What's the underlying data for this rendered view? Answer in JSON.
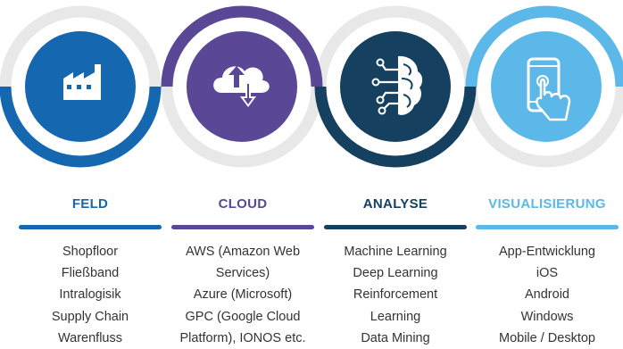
{
  "colors": {
    "feld": "#1568b0",
    "cloud": "#5a4896",
    "analyse": "#15405f",
    "visualisierung": "#5bb8e8",
    "ring_gray": "#e8e8e8"
  },
  "columns": [
    {
      "title": "FELD",
      "icon": "factory-icon",
      "items": [
        "Shopfloor",
        "Fließband",
        "Intralogisik",
        "Supply Chain",
        "Warenfluss"
      ]
    },
    {
      "title": "CLOUD",
      "icon": "cloud-upload-download-icon",
      "items": [
        "AWS (Amazon Web",
        "Services)",
        "Azure (Microsoft)",
        "GPC (Google Cloud",
        "Platform), IONOS etc."
      ]
    },
    {
      "title": "ANALYSE",
      "icon": "circuit-brain-icon",
      "items": [
        "Machine Learning",
        "Deep Learning",
        "Reinforcement",
        "Learning",
        "Data Mining"
      ]
    },
    {
      "title": "VISUALISIERUNG",
      "icon": "smartphone-touch-icon",
      "items": [
        "App-Entwicklung",
        "iOS",
        "Android",
        "Windows",
        "Mobile / Desktop"
      ]
    }
  ]
}
